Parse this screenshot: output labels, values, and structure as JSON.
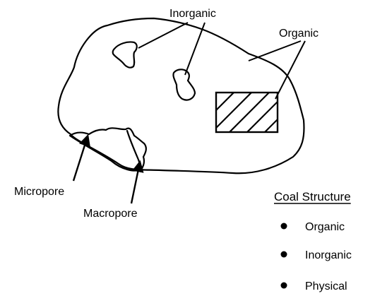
{
  "labels": {
    "inorganic": "Inorganic",
    "organic": "Organic",
    "micropore": "Micropore",
    "macropore": "Macropore"
  },
  "legend": {
    "title": "Coal Structure",
    "items": [
      {
        "label": "Organic"
      },
      {
        "label": "Inorganic"
      },
      {
        "label": "Physical"
      }
    ]
  }
}
